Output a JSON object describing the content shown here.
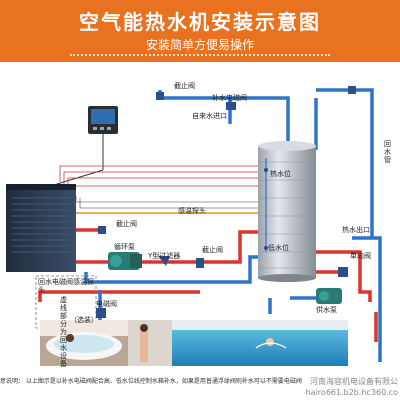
{
  "header": {
    "title": "空气能热水机安装示意图",
    "subtitle": "安装简单方便易操作"
  },
  "labels": {
    "shutoff_valve_top": "截止阀",
    "makeup_solenoid": "补水电磁阀",
    "tap_inlet": "自来水进口",
    "return_pipe": "回水管",
    "hot_water_level": "热水位",
    "temp_probe": "感温探头",
    "low_water_level": "低水位",
    "shutoff_valve_mid": "截止阀",
    "circulation_pump": "循环泵",
    "y_filter": "Y型过滤器",
    "shutoff_valve_low": "截止阀",
    "return_solenoid_probe": "回水电磁阀感温探头",
    "solenoid_valve": "电磁阀",
    "dashed_note": "虚线部分为回水设备",
    "optional": "（选装）",
    "hot_outlet": "热水出口",
    "check_valve": "单向阀",
    "supply_pump": "供水泵"
  },
  "footer": {
    "note": "意说明： 以上图示是以补水电磁阀配合高、低水位线控制水箱补水，如果是用普通浮球阀则补水可以不需要电磁阀",
    "watermark_company": "河南海容机电设备有限公",
    "watermark_url": "hairo661.b2b.hc360.co"
  },
  "colors": {
    "banner": "#e8721f",
    "hot_pipe": "#d9352a",
    "cold_pipe": "#2f74c9",
    "probe_line": "#e9b44a",
    "tank_steel": "#b9bfc6",
    "unit_body": "#2e4058"
  },
  "icons": [
    "controller-panel-icon",
    "heat-pump-unit-icon",
    "water-tank-icon",
    "circulation-pump-icon",
    "supply-pump-icon",
    "valve-icon",
    "bathtub-photo",
    "pool-photo"
  ]
}
